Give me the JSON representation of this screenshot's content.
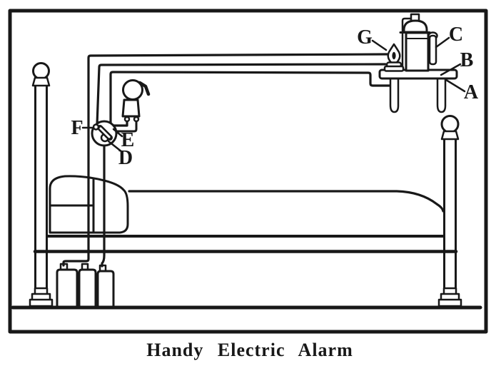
{
  "caption": "Handy Electric Alarm",
  "labels": {
    "A": "A",
    "B": "B",
    "C": "C",
    "D": "D",
    "E": "E",
    "F": "F",
    "G": "G"
  },
  "colors": {
    "ink": "#181818",
    "paper": "#ffffff"
  }
}
